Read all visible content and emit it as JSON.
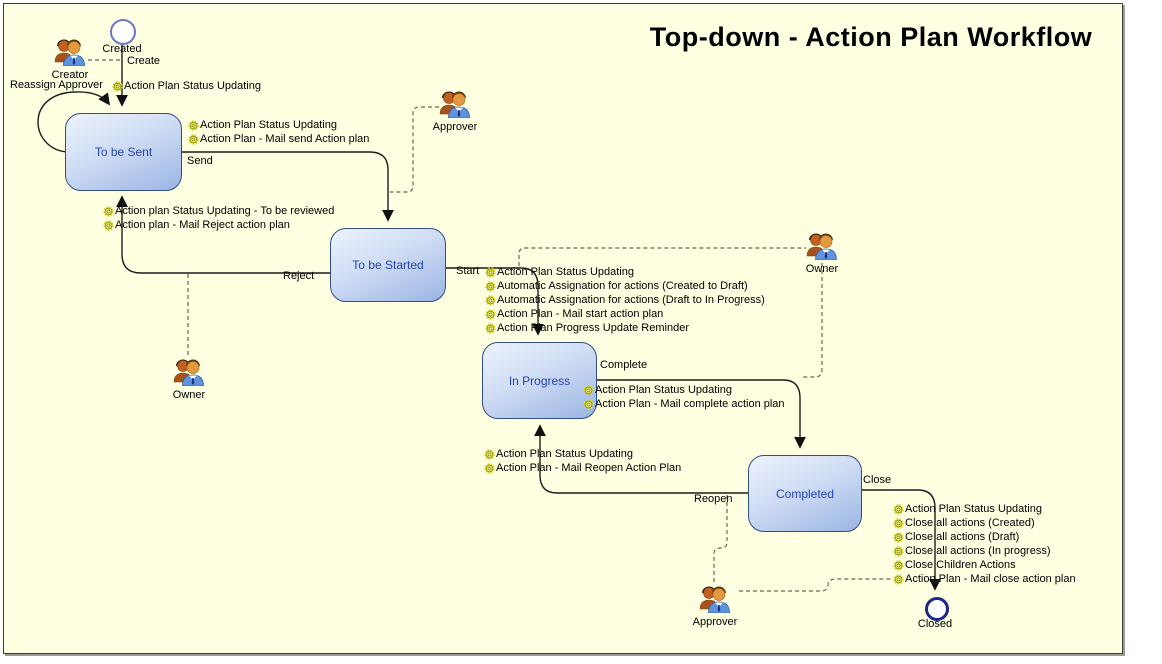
{
  "title": "Top-down - Action Plan Workflow",
  "colors": {
    "canvas_background": "#ffffe1",
    "node_fill_top": "#edf3fc",
    "node_fill_bottom": "#9ab5e4",
    "node_border": "#2f517e",
    "node_text": "#2443ae",
    "edge": "#1c1c1c",
    "dashed_edge": "#66665a",
    "gear_yellow": "#eded66",
    "gear_outline": "#8f9208",
    "start_circle_border": "#6a76c8",
    "end_circle_border": "#1b2688"
  },
  "states": [
    {
      "label": "To be Sent"
    },
    {
      "label": "To be Started"
    },
    {
      "label": "In Progress"
    },
    {
      "label": "Completed"
    }
  ],
  "terminals": [
    {
      "label": "Created"
    },
    {
      "label": "Closed"
    }
  ],
  "actors": [
    {
      "label": "Creator"
    },
    {
      "label": "Approver"
    },
    {
      "label": "Owner"
    },
    {
      "label": "Owner"
    },
    {
      "label": "Approver"
    }
  ],
  "transitions": [
    {
      "label": "Create"
    },
    {
      "label": "Send"
    },
    {
      "label": "Reject"
    },
    {
      "label": "Start"
    },
    {
      "label": "Complete"
    },
    {
      "label": "Reopen"
    },
    {
      "label": "Close"
    },
    {
      "label": "Reassign Approver"
    }
  ],
  "action_groups": [
    {
      "items": [
        "Action Plan Status Updating"
      ]
    },
    {
      "items": [
        "Action Plan Status Updating",
        "Action Plan - Mail send Action plan"
      ]
    },
    {
      "items": [
        "Action plan Status Updating - To be reviewed",
        "Action plan - Mail Reject action plan"
      ]
    },
    {
      "items": [
        "Action Plan Status Updating",
        "Automatic Assignation for actions (Created to Draft)",
        "Automatic Assignation for actions (Draft to In Progress)",
        "Action Plan - Mail start action plan",
        "Action Plan Progress Update Reminder"
      ]
    },
    {
      "items": [
        "Action Plan Status Updating",
        "Action Plan - Mail complete action plan"
      ]
    },
    {
      "items": [
        "Action Plan Status Updating",
        "Action Plan - Mail Reopen Action Plan"
      ]
    },
    {
      "items": [
        "Action Plan Status Updating",
        "Close all actions (Created)",
        "Close all actions (Draft)",
        "Close all actions (In progress)",
        "Close Children Actions",
        "Action Plan - Mail close action plan"
      ]
    }
  ]
}
